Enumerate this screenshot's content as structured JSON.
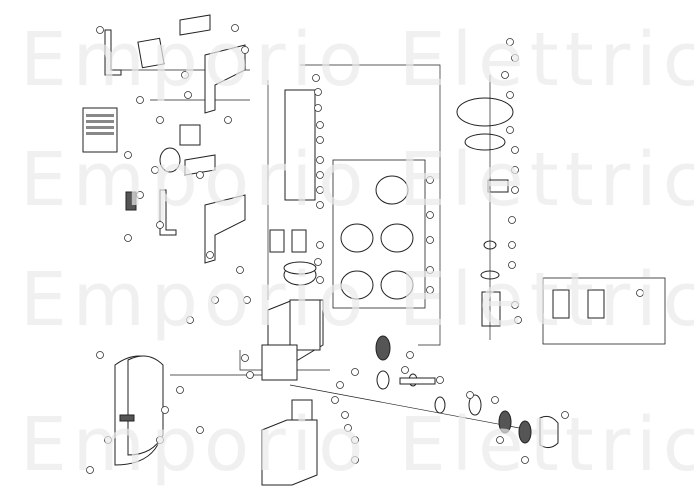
{
  "watermark": {
    "text": "Emporio Elettrico",
    "color": "#e9e9e9"
  },
  "diagram": {
    "type": "exploded parts view",
    "callout_style": "blank circles",
    "line_color": "#222222"
  }
}
